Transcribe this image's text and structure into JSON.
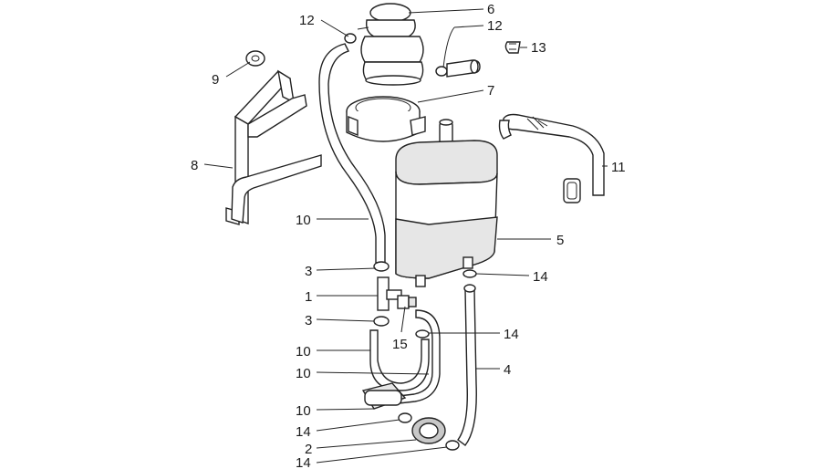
{
  "diagram": {
    "callouts": [
      {
        "id": "c12a",
        "text": "12"
      },
      {
        "id": "c6",
        "text": "6"
      },
      {
        "id": "c12b",
        "text": "12"
      },
      {
        "id": "c13",
        "text": "13"
      },
      {
        "id": "c9",
        "text": "9"
      },
      {
        "id": "c7",
        "text": "7"
      },
      {
        "id": "c8",
        "text": "8"
      },
      {
        "id": "c11",
        "text": "11"
      },
      {
        "id": "c10a",
        "text": "10"
      },
      {
        "id": "c5",
        "text": "5"
      },
      {
        "id": "c3a",
        "text": "3"
      },
      {
        "id": "c14a",
        "text": "14"
      },
      {
        "id": "c1",
        "text": "1"
      },
      {
        "id": "c3b",
        "text": "3"
      },
      {
        "id": "c15",
        "text": "15"
      },
      {
        "id": "c14b",
        "text": "14"
      },
      {
        "id": "c10b",
        "text": "10"
      },
      {
        "id": "c10c",
        "text": "10"
      },
      {
        "id": "c4",
        "text": "4"
      },
      {
        "id": "c10d",
        "text": "10"
      },
      {
        "id": "c14c",
        "text": "14"
      },
      {
        "id": "c2",
        "text": "2"
      },
      {
        "id": "c14d",
        "text": "14"
      }
    ]
  }
}
